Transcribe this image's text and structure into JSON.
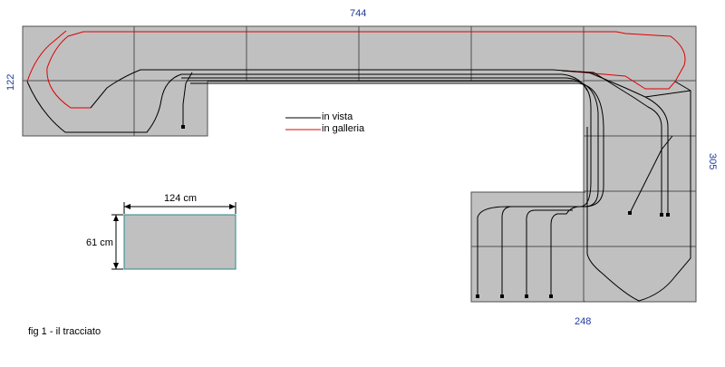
{
  "dimensions": {
    "top_length": "744",
    "left_depth": "122",
    "right_depth": "305",
    "bottom_width": "248"
  },
  "legend": {
    "visible": "in vista",
    "tunnel": "in galleria",
    "visible_color": "#000000",
    "tunnel_color": "#e00000"
  },
  "module": {
    "width": "124 cm",
    "height": "61 cm"
  },
  "caption": "fig 1 - il tracciato",
  "colors": {
    "board": "#c0c0c0",
    "grid": "#505050",
    "dimension_text": "#1f3a9e",
    "module_border": "#2a8a8a"
  }
}
